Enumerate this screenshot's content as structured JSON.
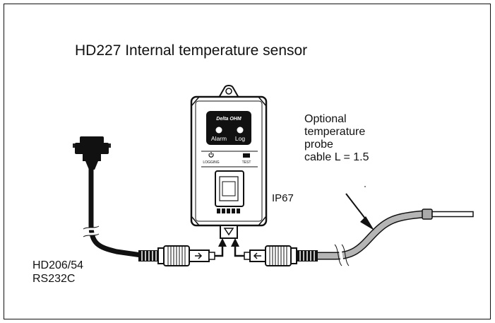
{
  "title": "HD227 Internal temperature sensor",
  "protection_label": "IP67",
  "probe_label": [
    "Optional",
    "temperature",
    "probe",
    "cable L = 1.5"
  ],
  "interface_label": [
    "HD206/54",
    "RS232C"
  ],
  "device": {
    "logo": "Delta OHM",
    "led_left": "Alarm",
    "led_right": "Log",
    "key_left": "LOGGING",
    "key_right": "TEST"
  }
}
